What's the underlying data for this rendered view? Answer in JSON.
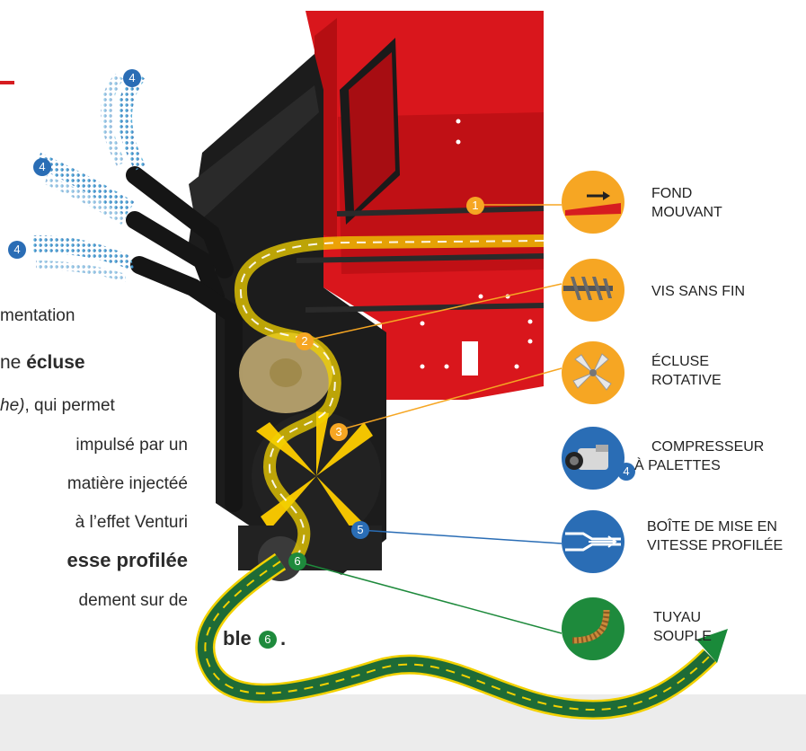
{
  "colors": {
    "orange": "#f6a623",
    "blue": "#2a6db5",
    "green": "#1e8a3c",
    "red": "#d61c20",
    "machine_dark": "#1c1c1c"
  },
  "paragraph": {
    "line1": "mentation",
    "line2_pre": "ne ",
    "line2_bold": "écluse",
    "line3_italic": "he)",
    "line3_rest": ", qui permet",
    "line4": "impulsé par un",
    "line5": "matière injectéé",
    "line6": "à l’effet Venturi",
    "line7_bold": "esse profilée",
    "line8": "dement sur de",
    "line9_bold": "ble",
    "line9_badge": "6",
    "line9_end": "."
  },
  "legend": [
    {
      "number": "1",
      "line1": "FOND",
      "line2": "MOUVANT",
      "icon": "moving-floor-icon",
      "color": "#f6a623"
    },
    {
      "number": "2",
      "line1": "VIS SANS FIN",
      "line2": "",
      "icon": "auger-icon",
      "color": "#f6a623"
    },
    {
      "number": "3",
      "line1": "ÉCLUSE",
      "line2": "ROTATIVE",
      "icon": "rotary-valve-icon",
      "color": "#f6a623"
    },
    {
      "number": "4",
      "line1": "COMPRESSEUR",
      "line2": "À PALETTES",
      "icon": "compressor-icon",
      "color": "#2a6db5"
    },
    {
      "number": "5",
      "line1": "BOÎTE DE MISE EN",
      "line2": "VITESSE PROFILÉE",
      "icon": "venturi-box-icon",
      "color": "#2a6db5"
    },
    {
      "number": "6",
      "line1": "TUYAU",
      "line2": "SOUPLE",
      "icon": "flexible-hose-icon",
      "color": "#1e8a3c"
    }
  ],
  "air_badges": [
    "4",
    "4",
    "4"
  ],
  "diagram_badges": [
    "1",
    "2",
    "3",
    "4",
    "5",
    "6"
  ]
}
